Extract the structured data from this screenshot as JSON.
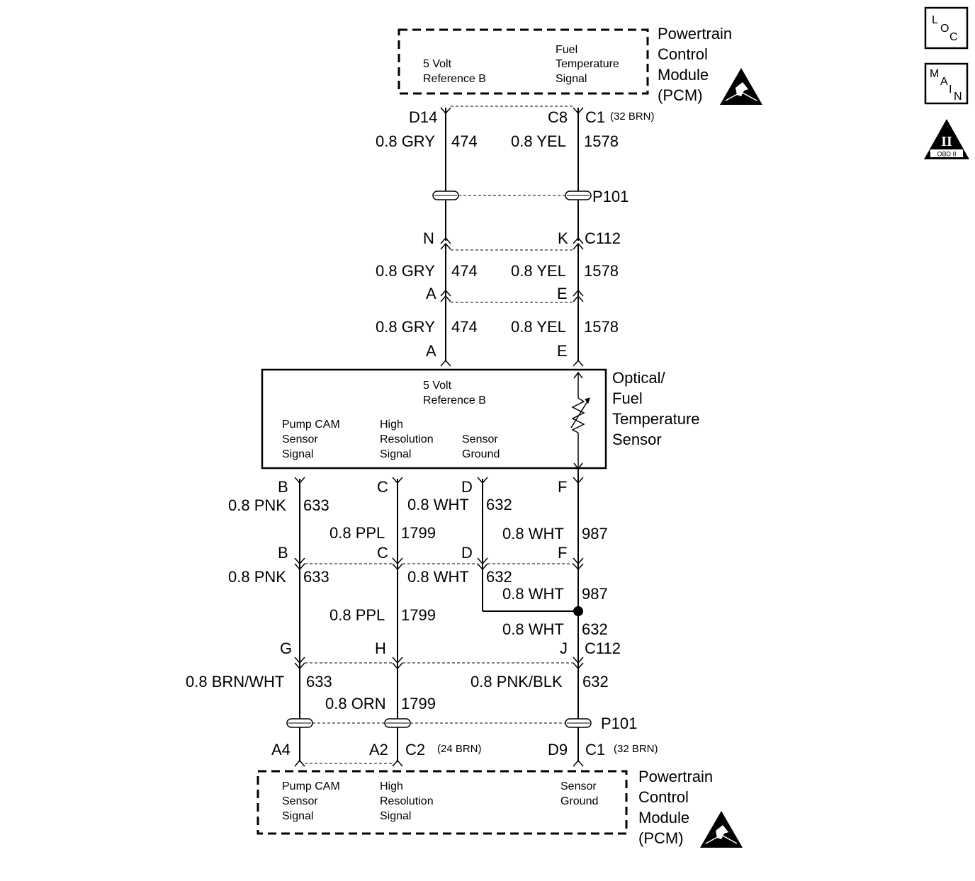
{
  "pcm_top": {
    "name_lines": [
      "Powertrain",
      "Control",
      "Module",
      "(PCM)"
    ],
    "circuit_5v_lines": [
      "5 Volt",
      "Reference B"
    ],
    "circuit_fuel_lines": [
      "Fuel",
      "Temperature",
      "Signal"
    ],
    "pin_left": "D14",
    "pin_right": "C8",
    "connector": "C1",
    "connector_note": "(32 BRN)"
  },
  "wires_top": {
    "left": {
      "gauge_color": "0.8 GRY",
      "circuit": "474"
    },
    "right": {
      "gauge_color": "0.8 YEL",
      "circuit": "1578"
    }
  },
  "splice_p101": "P101",
  "c112_top": {
    "pin_left": "N",
    "pin_right": "K",
    "connector": "C112"
  },
  "wires_mid": {
    "left": {
      "gauge_color": "0.8 GRY",
      "circuit": "474"
    },
    "right": {
      "gauge_color": "0.8 YEL",
      "circuit": "1578"
    }
  },
  "inline_conn": {
    "pin_left": "A",
    "pin_right": "E"
  },
  "wires_sensor": {
    "left": {
      "gauge_color": "0.8 GRY",
      "circuit": "474"
    },
    "right": {
      "gauge_color": "0.8 YEL",
      "circuit": "1578"
    }
  },
  "sensor_pins_top": {
    "left": "A",
    "right": "E"
  },
  "sensor": {
    "name_lines": [
      "Optical/",
      "Fuel",
      "Temperature",
      "Sensor"
    ],
    "ref_lines": [
      "5 Volt",
      "Reference B"
    ],
    "pump_cam_lines": [
      "Pump CAM",
      "Sensor",
      "Signal"
    ],
    "high_res_lines": [
      "High",
      "Resolution",
      "Signal"
    ],
    "sensor_ground_lines": [
      "Sensor",
      "Ground"
    ]
  },
  "sensor_pins_bottom": {
    "b": "B",
    "c": "C",
    "d": "D",
    "f": "F"
  },
  "wires_lower1": {
    "b": {
      "gauge_color": "0.8 PNK",
      "circuit": "633"
    },
    "c": {
      "gauge_color": "0.8 PPL",
      "circuit": "1799"
    },
    "d": {
      "gauge_color": "0.8 WHT",
      "circuit": "632"
    },
    "f": {
      "gauge_color": "0.8 WHT",
      "circuit": "987"
    }
  },
  "inline2_pins": {
    "b": "B",
    "c": "C",
    "d": "D",
    "f": "F"
  },
  "wires_lower2": {
    "b": {
      "gauge_color": "0.8 PNK",
      "circuit": "633"
    },
    "c": {
      "gauge_color": "0.8 PPL",
      "circuit": "1799"
    },
    "d": {
      "gauge_color": "0.8 WHT",
      "circuit": "632"
    },
    "f": {
      "gauge_color": "0.8 WHT",
      "circuit": "987"
    },
    "f_after_splice": {
      "gauge_color": "0.8 WHT",
      "circuit": "632"
    }
  },
  "c112_bottom": {
    "pin_g": "G",
    "pin_h": "H",
    "pin_j": "J",
    "connector": "C112"
  },
  "wires_lower3": {
    "g": {
      "gauge_color": "0.8 BRN/WHT",
      "circuit": "633"
    },
    "h": {
      "gauge_color": "0.8 ORN",
      "circuit": "1799"
    },
    "j": {
      "gauge_color": "0.8 PNK/BLK",
      "circuit": "632"
    }
  },
  "pcm_bottom": {
    "pin_a4": "A4",
    "pin_a2": "A2",
    "conn_c2": "C2",
    "conn_c2_note": "(24 BRN)",
    "pin_d9": "D9",
    "conn_c1": "C1",
    "conn_c1_note": "(32 BRN)",
    "name_lines": [
      "Powertrain",
      "Control",
      "Module",
      "(PCM)"
    ],
    "pump_cam_lines": [
      "Pump CAM",
      "Sensor",
      "Signal"
    ],
    "high_res_lines": [
      "High",
      "Resolution",
      "Signal"
    ],
    "sensor_ground_lines": [
      "Sensor",
      "Ground"
    ]
  },
  "icons": {
    "loc": {
      "l": "L",
      "o": "O",
      "c": "C"
    },
    "main": {
      "m": "M",
      "a": "A",
      "i": "I",
      "n": "N"
    },
    "obd": {
      "numeral": "II",
      "label": "OBD II"
    },
    "esd": "esd-warning-icon"
  }
}
